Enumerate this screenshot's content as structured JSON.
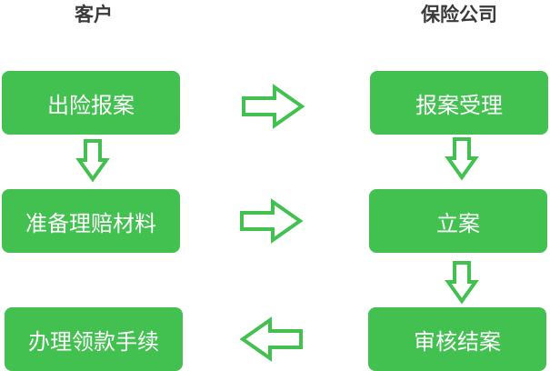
{
  "columns": {
    "customer": "客户",
    "insurer": "保险公司"
  },
  "customer_steps": [
    "出险报案",
    "准备理赔材料",
    "办理领款手续"
  ],
  "insurer_steps": [
    "报案受理",
    "立案",
    "审核结案"
  ],
  "colors": {
    "box_fill": "#43c150",
    "box_text": "#ffffff",
    "arrow_stroke": "#43c150",
    "arrow_fill": "#ffffff",
    "title_text": "#3a3a3a"
  },
  "icons": {
    "flow_arrow": "hollow-block-arrow"
  }
}
